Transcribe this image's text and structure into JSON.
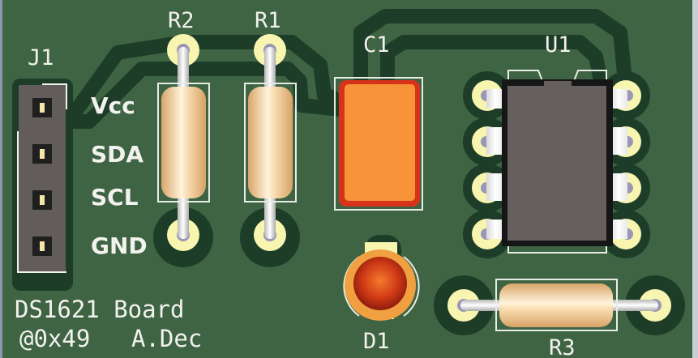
{
  "viewer": {
    "type": "pcb-3d-view",
    "colors": {
      "board": "#3f6443",
      "trace": "#1d3d28",
      "copper_pad": "#f7f5b0",
      "silkscreen": "#f2f2ee",
      "board_edge_left": "#8a97b0",
      "board_edge_right": "#c9cdd6",
      "resistor_body": "#f3c58e",
      "capacitor_body": "#f7943a",
      "capacitor_rim": "#d8321b",
      "led_body": "#c83a18",
      "led_ring": "#f0a040",
      "ic_body": "#65605e",
      "ic_outline": "#161616",
      "header_body": "#625c5a"
    }
  },
  "board": {
    "title": "DS1621 Board",
    "subtitle_address": "@0x49",
    "subtitle_author": "A.Dec"
  },
  "components": {
    "j1": {
      "ref": "J1",
      "pins": [
        "Vcc",
        "SDA",
        "SCL",
        "GND"
      ]
    },
    "r1": {
      "ref": "R1"
    },
    "r2": {
      "ref": "R2"
    },
    "r3": {
      "ref": "R3"
    },
    "c1": {
      "ref": "C1"
    },
    "u1": {
      "ref": "U1",
      "pin_count": 8
    },
    "d1": {
      "ref": "D1"
    }
  }
}
